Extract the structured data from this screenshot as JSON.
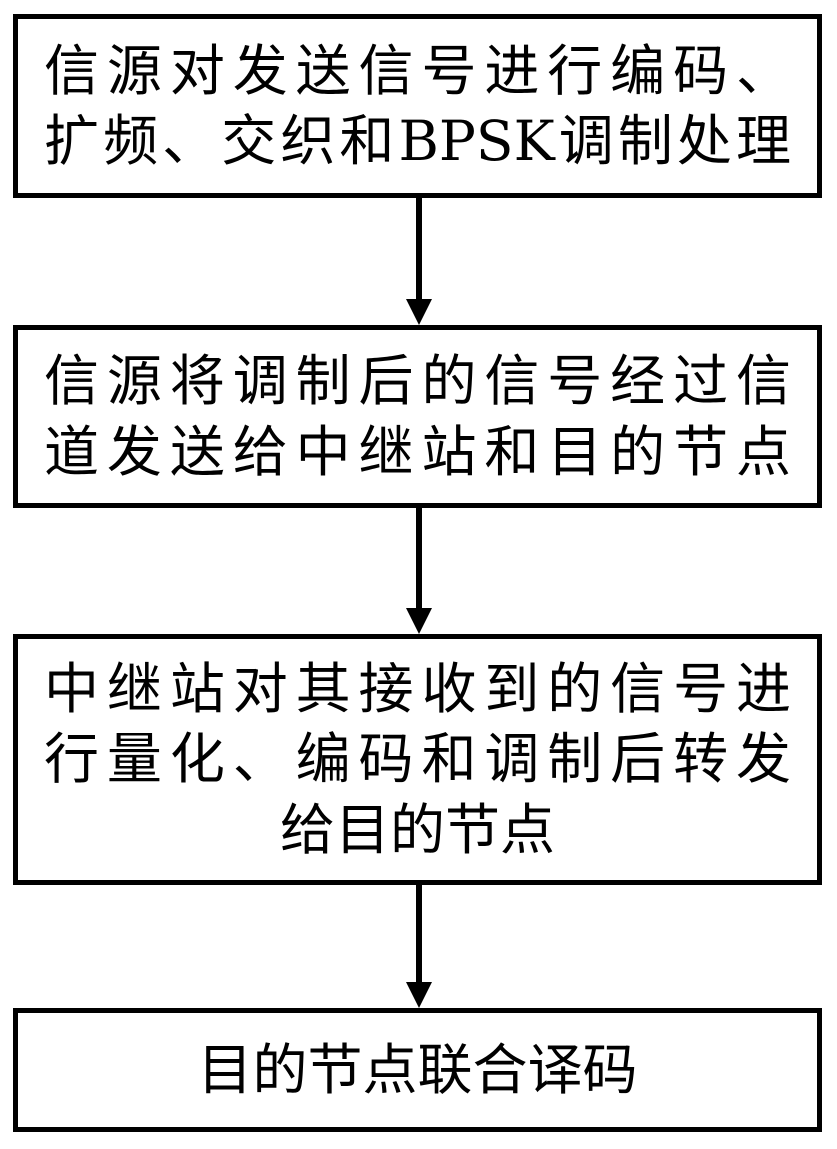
{
  "diagram": {
    "type": "flowchart",
    "orientation": "vertical",
    "style": {
      "box_border_color": "#000000",
      "box_fill_color": "#ffffff",
      "text_color": "#000000",
      "arrow_color": "#000000",
      "background_color": "#ffffff"
    },
    "nodes": [
      {
        "id": "node-1",
        "shape": "rectangle",
        "lines": [
          "信源对发送信号进行编码、",
          "扩频、交织和BPSK调制处理"
        ],
        "full_text": "信源对发送信号进行编码、扩频、交织和BPSK调制处理"
      },
      {
        "id": "node-2",
        "shape": "rectangle",
        "lines": [
          "信源将调制后的信号经过信",
          "道发送给中继站和目的节点"
        ],
        "full_text": "信源将调制后的信号经过信道发送给中继站和目的节点"
      },
      {
        "id": "node-3",
        "shape": "rectangle",
        "lines": [
          "中继站对其接收到的信号进",
          "行量化、编码和调制后转发",
          "给目的节点"
        ],
        "full_text": "中继站对其接收到的信号进行量化、编码和调制后转发给目的节点"
      },
      {
        "id": "node-4",
        "shape": "rectangle",
        "lines": [
          "目的节点联合译码"
        ],
        "full_text": "目的节点联合译码"
      }
    ],
    "connectors": [
      {
        "id": "connector-1",
        "from": "node-1",
        "to": "node-2",
        "arrow": "down-arrow"
      },
      {
        "id": "connector-2",
        "from": "node-2",
        "to": "node-3",
        "arrow": "down-arrow"
      },
      {
        "id": "connector-3",
        "from": "node-3",
        "to": "node-4",
        "arrow": "down-arrow"
      }
    ]
  }
}
